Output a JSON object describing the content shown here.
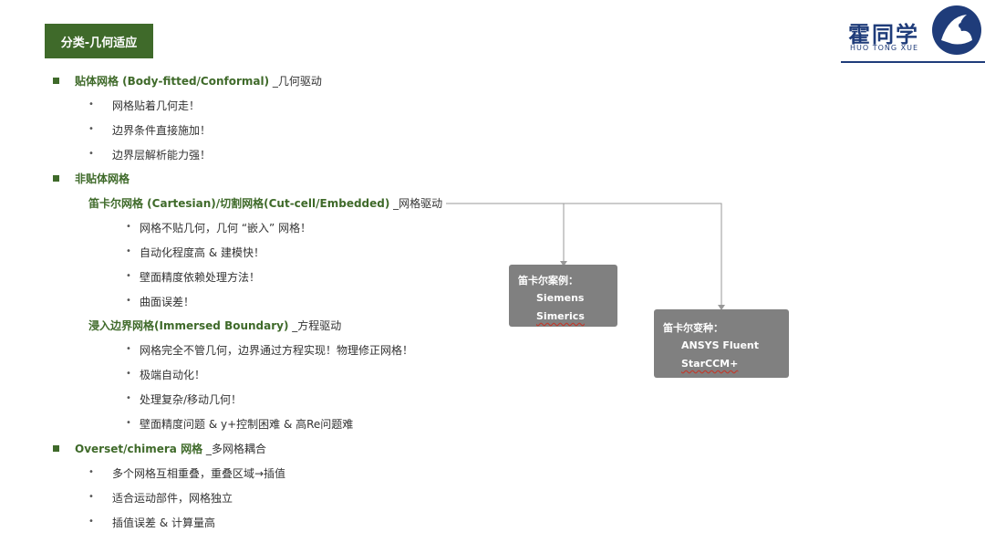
{
  "title": "分类-几何适应",
  "logo": {
    "name": "霍同学",
    "sub": "HUO  TONG  XUE"
  },
  "sections": {
    "s1": {
      "head": "贴体网格 (Body-fitted/Conformal)",
      "tail": " _几何驱动",
      "items": [
        "网格贴着几何走！",
        "边界条件直接施加！",
        "边界层解析能力强！"
      ]
    },
    "s2": {
      "head": "非贴体网格",
      "sub1": {
        "head": "笛卡尔网格 (Cartesian)/切割网格(Cut-cell/Embedded)",
        "tail": " _网格驱动",
        "items": [
          "网格不贴几何，几何 “嵌入” 网格！",
          "自动化程度高 & 建模快！",
          "壁面精度依赖处理方法！",
          "曲面误差！"
        ]
      },
      "sub2": {
        "head": "浸入边界网格(Immersed Boundary)",
        "tail": " _方程驱动",
        "items": [
          "网格完全不管几何，边界通过方程实现！物理修正网格！",
          "极端自动化！",
          "处理复杂/移动几何！",
          "壁面精度问题 & y+控制困难 & 高Re问题难"
        ]
      }
    },
    "s3": {
      "head": "Overset/chimera 网格",
      "tail": " _多网格耦合",
      "items": [
        "多个网格互相重叠，重叠区域→插值",
        "适合运动部件，网格独立",
        "插值误差 & 计算量高"
      ]
    }
  },
  "box1": {
    "title": "笛卡尔案例：",
    "items": [
      "Siemens",
      "Simerics"
    ]
  },
  "box2": {
    "title": "笛卡尔变种：",
    "items": [
      "ANSYS Fluent",
      "StarCCM+"
    ]
  },
  "colors": {
    "accent": "#3f6a2a",
    "box": "#808080",
    "logo": "#1f3c7a"
  }
}
